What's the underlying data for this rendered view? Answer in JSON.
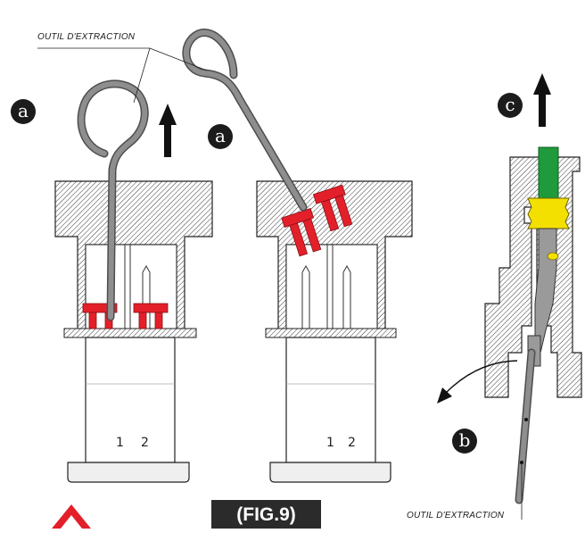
{
  "callouts": {
    "tool_top": "OUTIL D'EXTRACTION",
    "tool_bottom": "OUTIL D'EXTRACTION"
  },
  "markers": {
    "a_left": "a",
    "a_middle": "a",
    "b": "b",
    "c": "c"
  },
  "pins": {
    "left_1": "1",
    "left_2": "2",
    "mid_1": "1",
    "mid_2": "2"
  },
  "figure_label": "(FIG.9)",
  "colors": {
    "tool_gray": "#8e8e8e",
    "contact_red": "#e3202a",
    "seal_yellow": "#f4e000",
    "wire_green": "#1f9a3c",
    "logo_red": "#e3202a",
    "badge_bg": "#1c1c1c"
  },
  "icons": {
    "pull_arrow_left": "arrow-up-icon",
    "pull_arrow_right": "arrow-up-icon",
    "rotate_arrow": "curved-arrow-icon",
    "logo": "chevron-logo-icon"
  }
}
